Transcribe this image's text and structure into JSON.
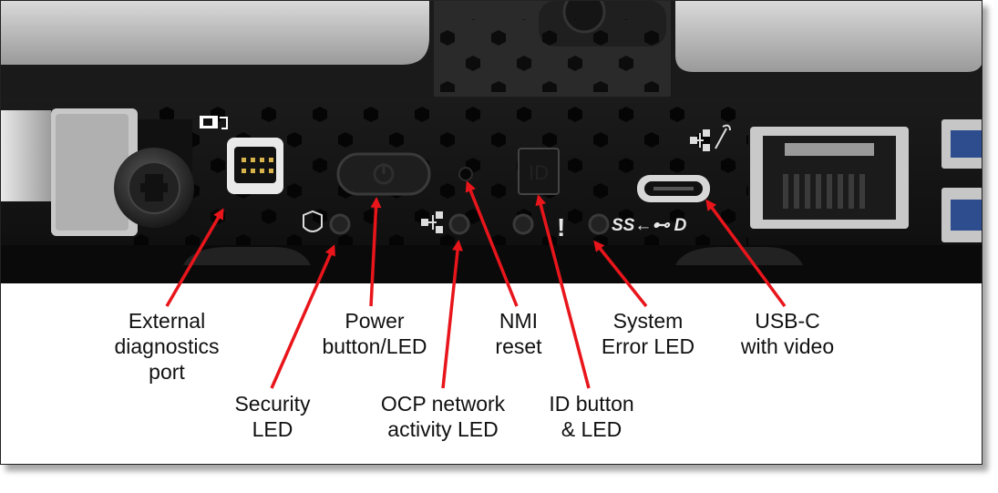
{
  "panel_markings": {
    "id_button_text": "ID",
    "system_error_symbol": "!",
    "usb_c_symbol": "SS←⊷ D"
  },
  "callouts": {
    "external_diagnostics": "External\ndiagnostics\nport",
    "security_led": "Security\nLED",
    "power_button": "Power\nbutton/LED",
    "ocp_network": "OCP network\nactivity LED",
    "nmi_reset": "NMI\nreset",
    "id_button": "ID button\n& LED",
    "system_error": "System\nError LED",
    "usb_c": "USB-C\nwith video"
  },
  "colors": {
    "arrow": "#e8151b",
    "chassis_dark": "#141414",
    "chassis_mid": "#2a2a2a",
    "label_text": "#111111"
  }
}
